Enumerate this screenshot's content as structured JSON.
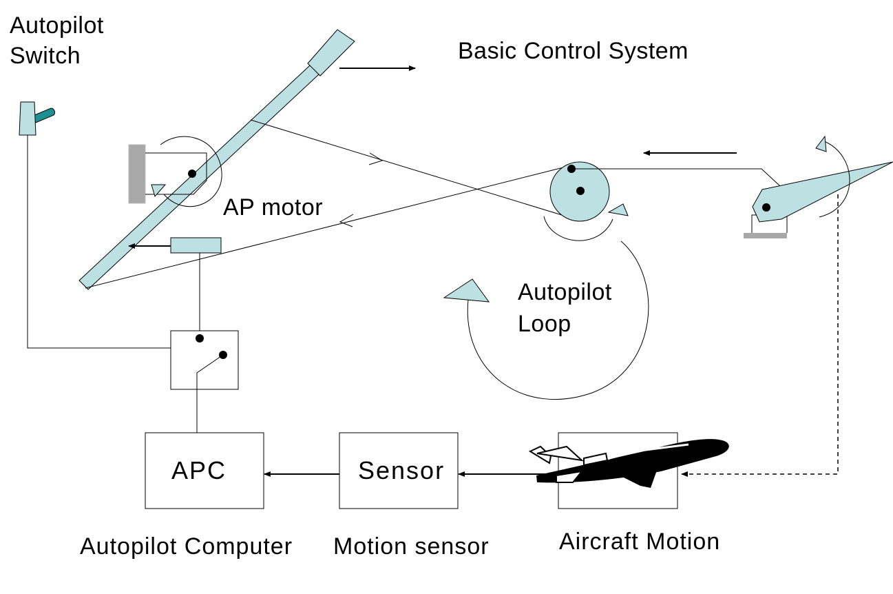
{
  "labels": {
    "autopilot_switch_line1": "Autopilot",
    "autopilot_switch_line2": "Switch",
    "basic_control_system": "Basic Control System",
    "ap_motor": "AP motor",
    "autopilot_loop_line1": "Autopilot",
    "autopilot_loop_line2": "Loop",
    "autopilot_computer": "Autopilot Computer",
    "motion_sensor": "Motion sensor",
    "aircraft_motion": "Aircraft Motion"
  },
  "boxes": {
    "apc": "APC",
    "sensor": "Sensor"
  },
  "colors": {
    "part_fill": "#bde0e3",
    "switch_knob": "#1f8f94",
    "ground_hatch": "#a8a8a8",
    "line": "#000000",
    "aircraft": "#000000"
  }
}
